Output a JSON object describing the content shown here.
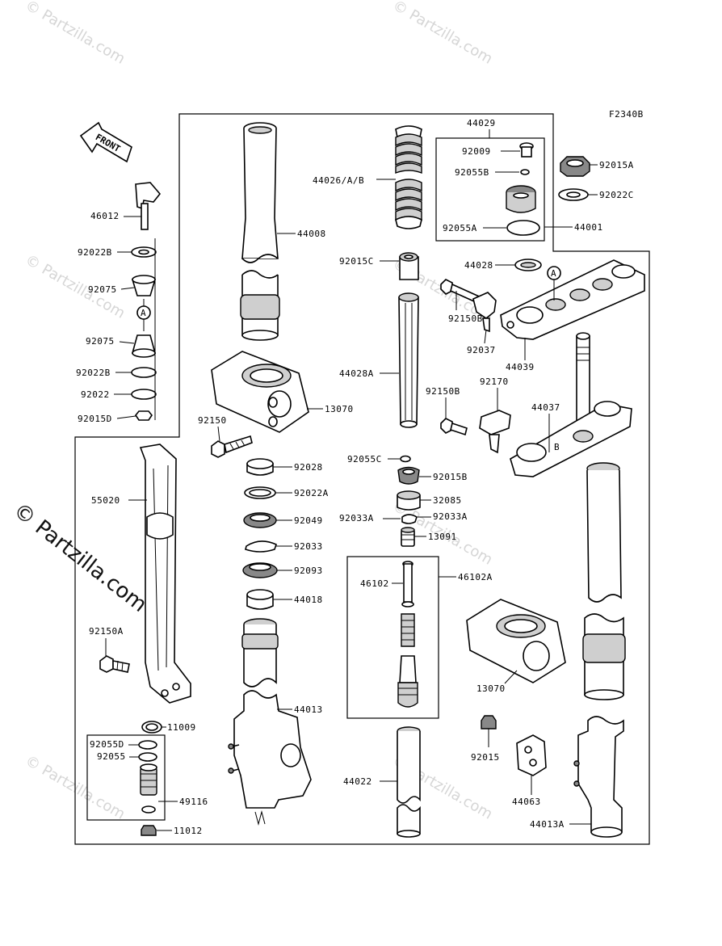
{
  "watermark": {
    "text": "© Partzilla.com"
  },
  "diagram_code": "F2340B",
  "front_arrow": "FRONT",
  "labels": {
    "p44029": "44029",
    "p92009": "92009",
    "p92055B": "92055B",
    "p92055A": "92055A",
    "p44001": "44001",
    "p92015A": "92015A",
    "p92022C": "92022C",
    "p44026": "44026/A/B",
    "p44008": "44008",
    "p92015C": "92015C",
    "p44028": "44028",
    "p92150B_1": "92150B",
    "p92037": "92037",
    "p44039": "44039",
    "p44028A": "44028A",
    "p92150B_2": "92150B",
    "p92170": "92170",
    "p44037": "44037",
    "p46012": "46012",
    "p92022B_1": "92022B",
    "p92075_1": "92075",
    "p92075_2": "92075",
    "p92022B_2": "92022B",
    "p92022": "92022",
    "p92015D": "92015D",
    "p13070_1": "13070",
    "p92150": "92150",
    "p92028": "92028",
    "p92022A": "92022A",
    "p92049": "92049",
    "p92033": "92033",
    "p92093": "92093",
    "p44018": "44018",
    "p44013": "44013",
    "p55020": "55020",
    "p92150A": "92150A",
    "p11009": "11009",
    "p92055D": "92055D",
    "p92055": "92055",
    "p49116": "49116",
    "p11012": "11012",
    "p92055C": "92055C",
    "p92015B": "92015B",
    "p32085": "32085",
    "p92033A_1": "92033A",
    "p92033A_2": "92033A",
    "p13091": "13091",
    "p46102": "46102",
    "p46102A": "46102A",
    "p13070_2": "13070",
    "p92015": "92015",
    "p44063": "44063",
    "p44022": "44022",
    "p44013A": "44013A",
    "ref_a": "A",
    "ref_b": "B"
  }
}
